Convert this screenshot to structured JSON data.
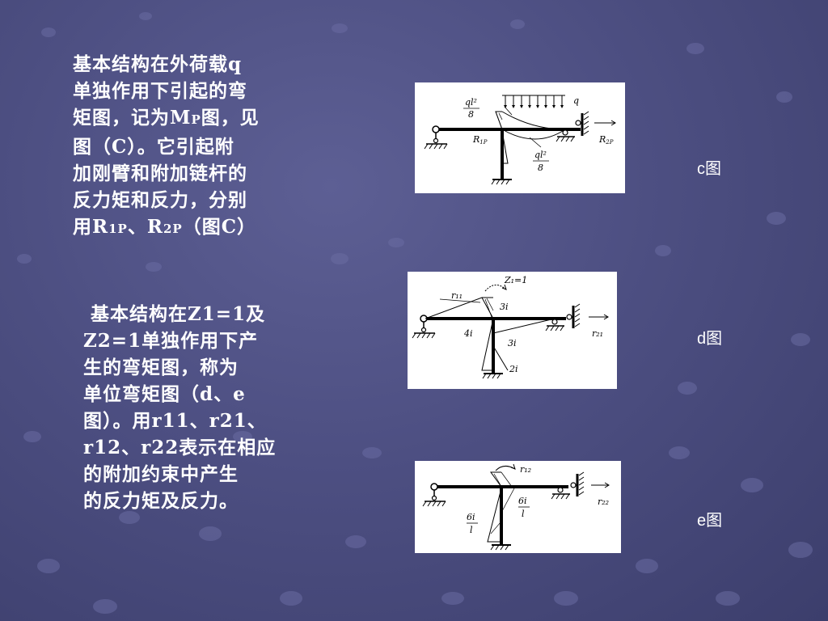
{
  "paragraph1": {
    "line1": "基本结构在外荷载q",
    "line2": "单独作用下引起的弯",
    "line3_pre": "矩图，记为M",
    "line3_sub": "P",
    "line3_post": "图，见",
    "line4": "图（C）。它引起附",
    "line5": "加刚臂和附加链杆的",
    "line6": "反力矩和反力，分别",
    "line7_a": "用R",
    "line7_sub1": "1P",
    "line7_b": "、R",
    "line7_sub2": "2P",
    "line7_c": "（图C）"
  },
  "paragraph2": {
    "line1": " 基本结构在Z1=1及",
    "line2": "Z2=1单独作用下产",
    "line3": "生的弯矩图，称为",
    "line4": "单位弯矩图（d、e",
    "line5": "图）。用r11、r21、",
    "line6": "r12、r22表示在相应",
    "line7": "的附加约束中产生",
    "line8": "的反力矩及反力。"
  },
  "captions": {
    "c": "c图",
    "d": "d图",
    "e": "e图"
  },
  "diagram_c": {
    "ql2_top_num": "ql²",
    "ql2_top_den": "8",
    "load": "q",
    "r1p_main": "R",
    "r1p_sub": "1P",
    "r2p_main": "R",
    "r2p_sub": "2P",
    "ql2_bottom_num": "ql²",
    "ql2_bottom_den": "8"
  },
  "diagram_d": {
    "z1": "Z₁=1",
    "r11": "r₁₁",
    "r21": "r₂₁",
    "m_3i_top": "3i",
    "m_4i": "4i",
    "m_3i_right": "3i",
    "m_2i": "2i"
  },
  "diagram_e": {
    "r12": "r₁₂",
    "r22": "r₂₂",
    "m_6i_left_num": "6i",
    "m_6i_left_den": "l",
    "m_6i_right_num": "6i",
    "m_6i_right_den": "l"
  }
}
